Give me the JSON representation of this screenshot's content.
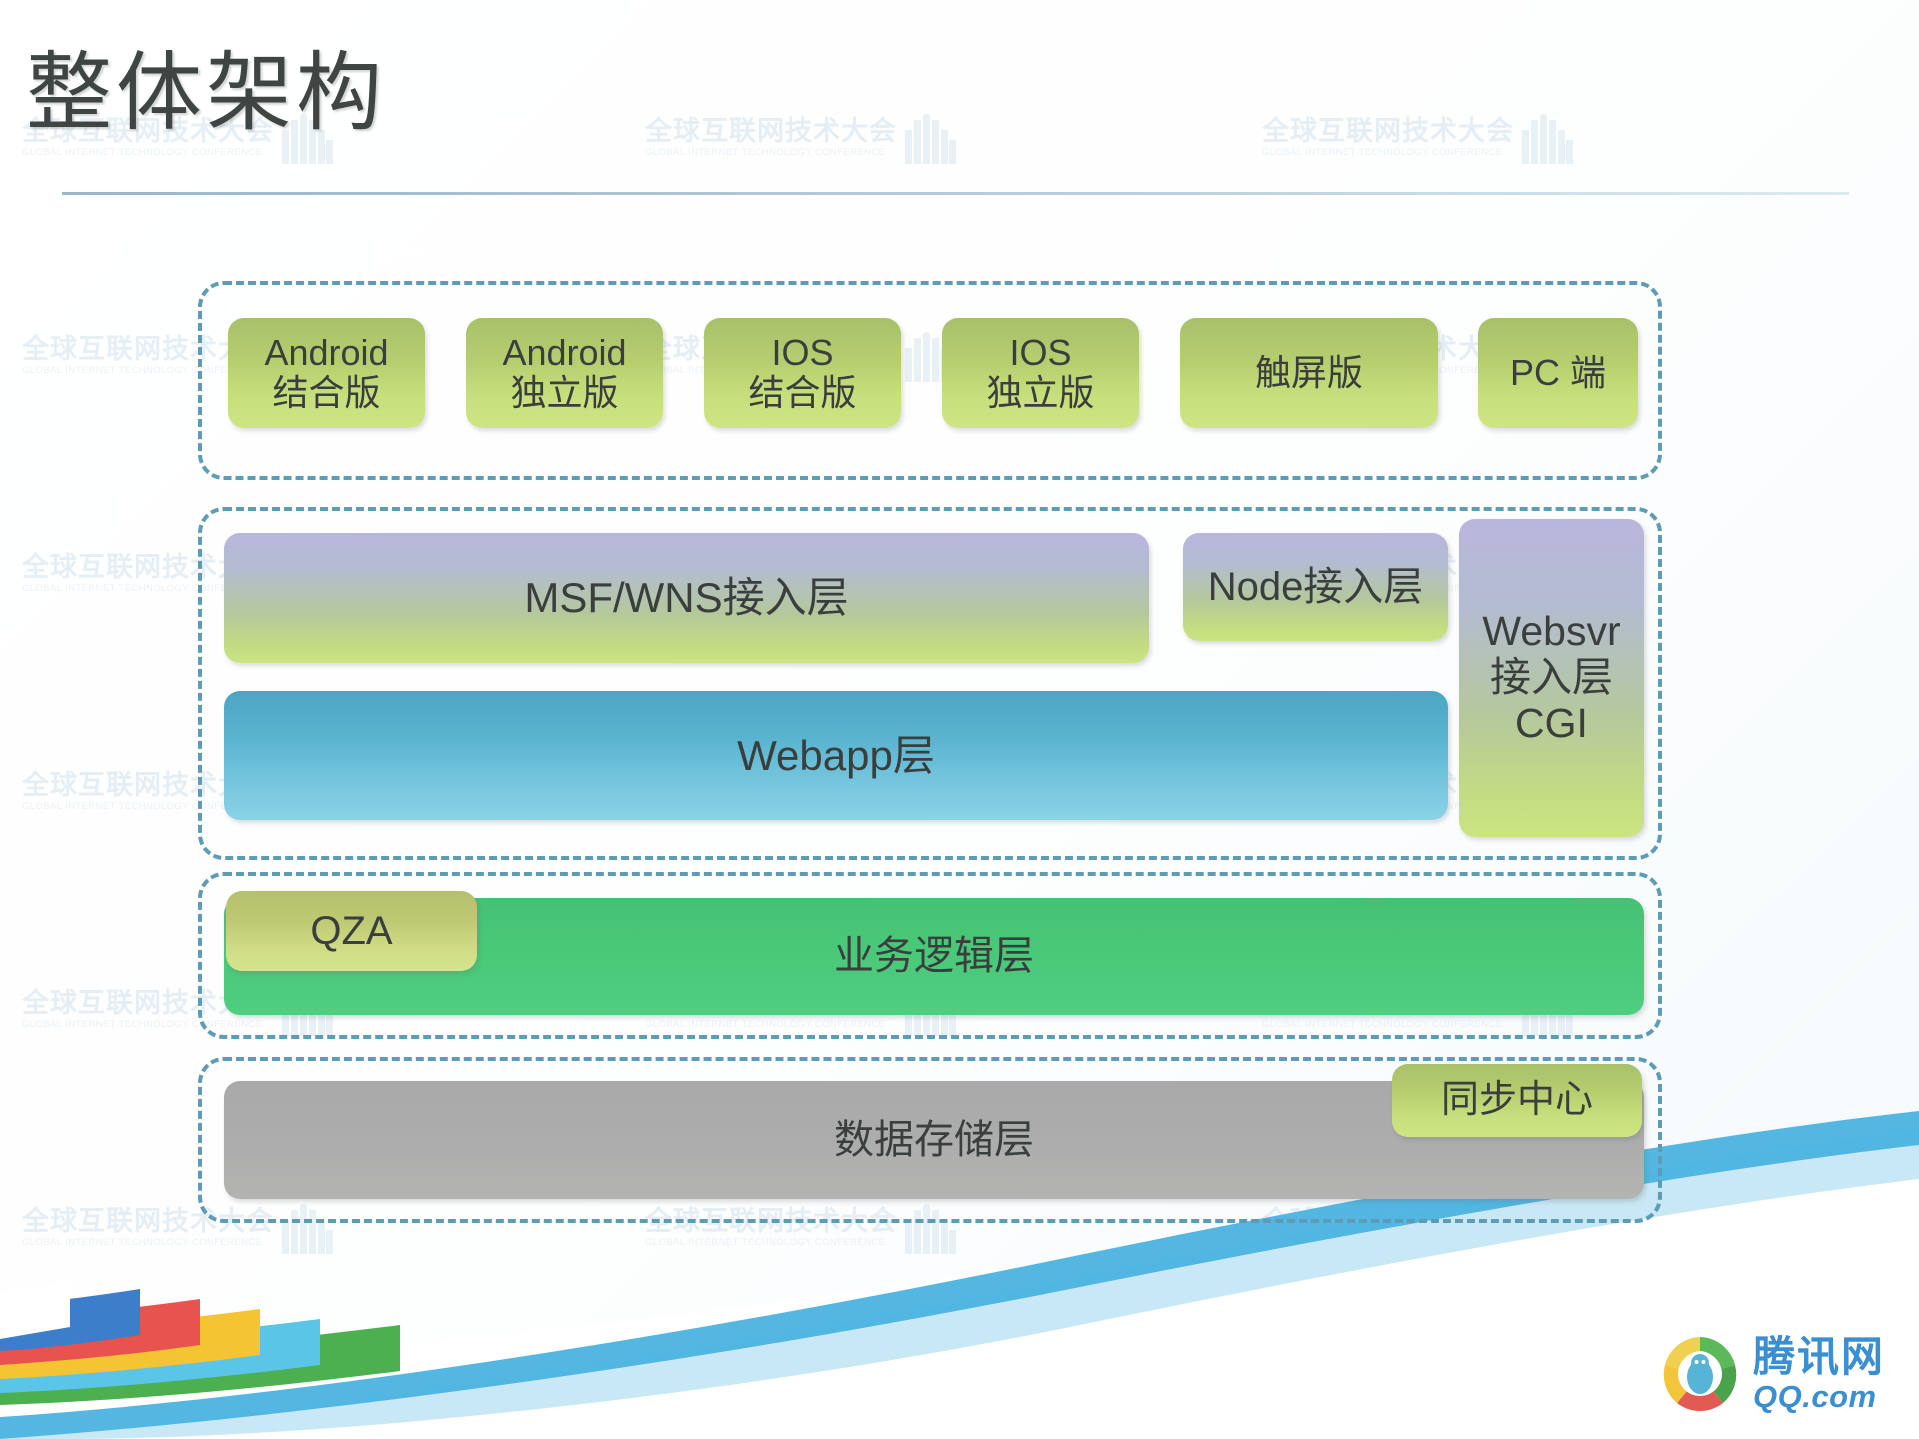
{
  "slide": {
    "title": "整体架构",
    "watermark": {
      "cn": "全球互联网技术大会",
      "en": "GLOBAL INTERNET TECHNOLOGY CONFERENCE"
    }
  },
  "architecture": {
    "groups": [
      {
        "name": "client-layer",
        "boxes": [
          {
            "label": "Android\n结合版",
            "style": "g-green"
          },
          {
            "label": "Android\n独立版",
            "style": "g-green"
          },
          {
            "label": "IOS\n结合版",
            "style": "g-green"
          },
          {
            "label": "IOS\n独立版",
            "style": "g-green"
          },
          {
            "label": "触屏版",
            "style": "g-green"
          },
          {
            "label": "PC 端",
            "style": "g-green"
          }
        ]
      },
      {
        "name": "access-layer",
        "boxes": [
          {
            "label": "MSF/WNS接入层",
            "style": "g-purgreen"
          },
          {
            "label": "Node接入层",
            "style": "g-purgreen"
          },
          {
            "label": "Websvr\n接入层\nCGI",
            "style": "g-purgreen"
          },
          {
            "label": "Webapp层",
            "style": "g-blue"
          }
        ]
      },
      {
        "name": "business-logic-layer",
        "boxes": [
          {
            "label": "QZA",
            "style": "g-qza"
          },
          {
            "label": "业务逻辑层",
            "style": "g-flatgreen"
          }
        ]
      },
      {
        "name": "data-storage-layer",
        "boxes": [
          {
            "label": "数据存储层",
            "style": "g-gray"
          },
          {
            "label": "同步中心",
            "style": "g-green"
          }
        ]
      }
    ]
  },
  "footer": {
    "brand_cn": "腾讯网",
    "brand_en": "QQ.com"
  },
  "colors": {
    "title": "#3f4543",
    "group_border": "#5e9cb5",
    "green": "#b9d175",
    "purple_green": "#b9b6dd",
    "blue": "#58b3cf",
    "flat_green": "#49c878",
    "gray": "#abacab",
    "brand_blue": "#3b8fd0"
  }
}
